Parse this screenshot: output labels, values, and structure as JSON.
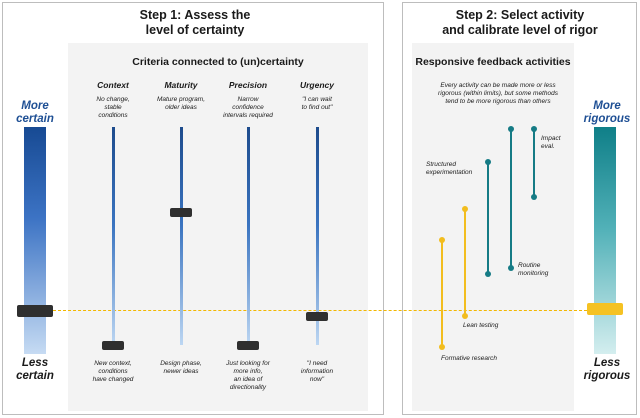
{
  "step1": {
    "title": "Step 1: Assess the\nlevel of certainty"
  },
  "step2": {
    "title": "Step 2: Select activity\nand calibrate level of rigor"
  },
  "criteria": {
    "title": "Criteria connected to (un)certainty",
    "columns": [
      {
        "label": "Context",
        "top": "No change,\nstable\nconditions",
        "bottom": "New context,\nconditions\nhave changed",
        "slider_level": 0.0
      },
      {
        "label": "Maturity",
        "top": "Mature program,\nolder ideas",
        "bottom": "Design phase,\nnewer ideas",
        "slider_level": 0.61
      },
      {
        "label": "Precision",
        "top": "Narrow\nconfidence\nintervals required",
        "bottom": "Just looking for\nmore info,\nan idea of\ndirectionality",
        "slider_level": 0.0
      },
      {
        "label": "Urgency",
        "top": "\"I can wait\nto find out\"",
        "bottom": "\"I need\ninformation\nnow\"",
        "slider_level": 0.13
      }
    ]
  },
  "scale_left": {
    "top": "More\ncertain",
    "bottom": "Less\ncertain"
  },
  "scale_right": {
    "top": "More\nrigorous",
    "bottom": "Less\nrigorous"
  },
  "feedback": {
    "title": "Responsive feedback activities",
    "note": "Every activity can be made  more or less\nrigorous (within limits), but some methods\ntend to be more rigorous than others",
    "activities": [
      {
        "name": "Structured\nexperimentation",
        "color": "#157b85"
      },
      {
        "name": "Impact\neval.",
        "color": "#157b85"
      },
      {
        "name": "Routine\nmonitoring",
        "color": "#157b85"
      },
      {
        "name": "Lean testing",
        "color": "#f2bd1e"
      },
      {
        "name": "Formative research",
        "color": "#f2bd1e"
      }
    ]
  },
  "colors": {
    "certainty_blue": "#1e4f94",
    "rigor_teal": "#0f7f88",
    "selector_gold": "#f5c223",
    "slider_dark": "#2f2f2f"
  }
}
